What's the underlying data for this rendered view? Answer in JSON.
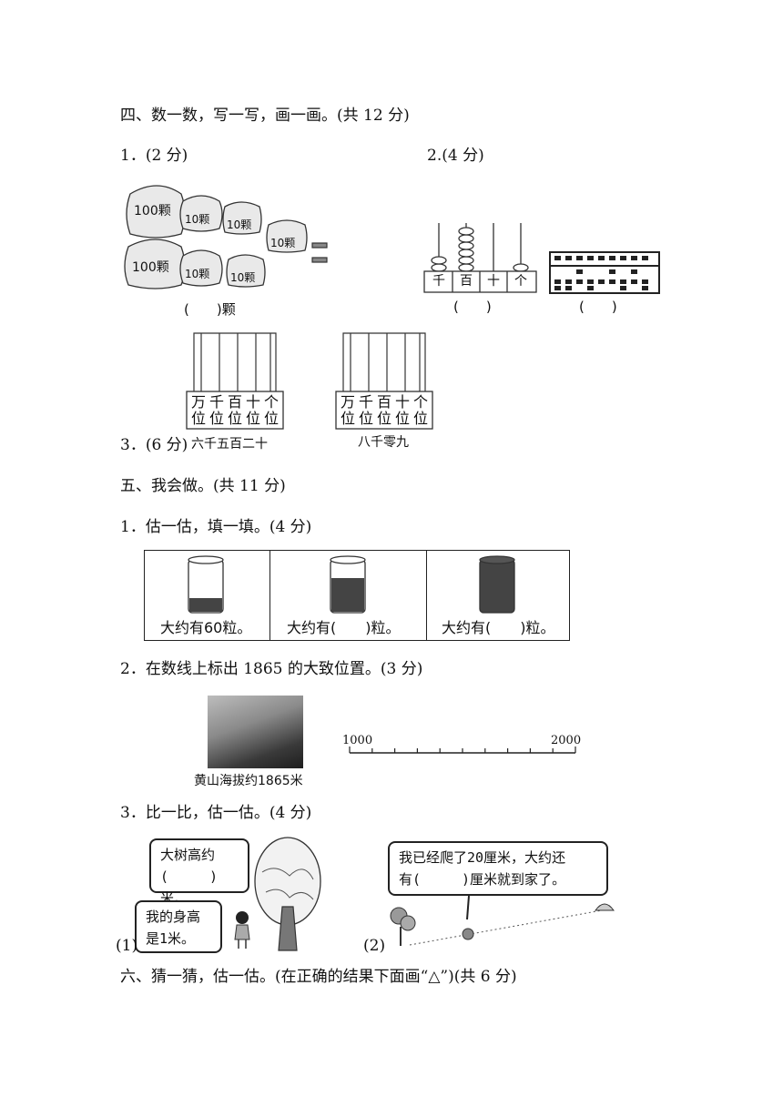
{
  "section4": {
    "title": "四、数一数，写一写，画一画。(共 12 分)",
    "q1": {
      "label": "1．(2 分)",
      "bags": [
        "100颗",
        "10颗",
        "10颗",
        "10颗",
        "100颗",
        "10颗",
        "10颗"
      ],
      "answer": "(　　)颗"
    },
    "q2": {
      "label": "2.(4 分)",
      "place_labels": [
        "千",
        "百",
        "十",
        "个"
      ],
      "answer_a": "(　　)",
      "answer_b": "(　　)"
    },
    "q3": {
      "label": "3．(6 分)",
      "place_top": [
        "万",
        "千",
        "百",
        "十",
        "个"
      ],
      "place_bottom": [
        "位",
        "位",
        "位",
        "位",
        "位"
      ],
      "caption_a": "六千五百二十",
      "caption_b": "八千零九"
    }
  },
  "section5": {
    "title": "五、我会做。(共 11 分)",
    "q1": {
      "label": "1．估一估，填一填。(4 分)",
      "cells": [
        "大约有60粒。",
        "大约有(　　)粒。",
        "大约有(　　)粒。"
      ]
    },
    "q2": {
      "label": "2．在数线上标出 1865 的大致位置。(3 分)",
      "photo_caption": "黄山海拔约1865米",
      "line_start": "1000",
      "line_end": "2000"
    },
    "q3": {
      "label": "3．比一比，估一估。(4 分)",
      "part1_num": "(1)",
      "bubble_tree_l1": "大树高约",
      "bubble_tree_l2": "(　　　)米。",
      "bubble_child_l1": "我的身高",
      "bubble_child_l2": "是1米。",
      "part2_num": "(2)",
      "bubble_snail_l1": "我已经爬了20厘米，大约还",
      "bubble_snail_l2": "有(　　　)厘米就到家了。"
    }
  },
  "section6": {
    "title": "六、猜一猜，估一估。(在正确的结果下面画“△”)(共 6 分)"
  }
}
